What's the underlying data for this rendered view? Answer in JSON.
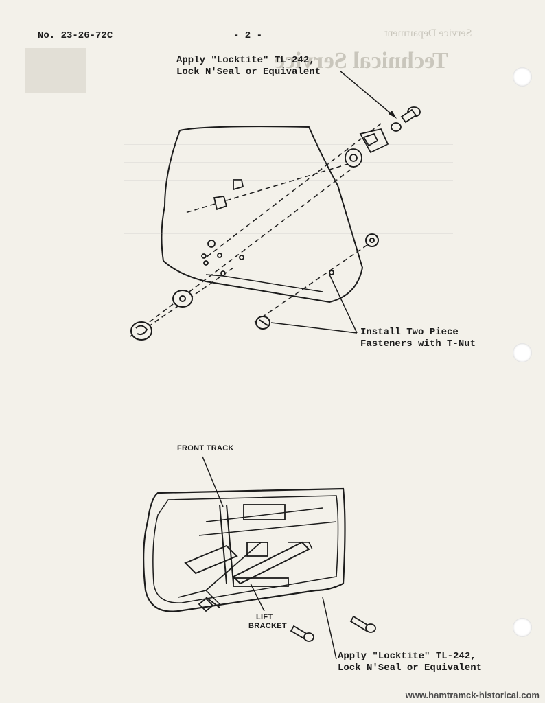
{
  "header": {
    "doc_number": "No. 23-26-72C",
    "page_number": "- 2 -"
  },
  "callouts": {
    "top_line1": "Apply \"Locktite\" TL-242,",
    "top_line2": "Lock N'Seal or Equivalent",
    "middle_line1": "Install Two Piece",
    "middle_line2": "Fasteners with T-Nut",
    "bottom_line1": "Apply \"Locktite\" TL-242,",
    "bottom_line2": "Lock N'Seal or Equivalent"
  },
  "diagram_labels": {
    "front_track": "FRONT TRACK",
    "lift_bracket_1": "LIFT",
    "lift_bracket_2": "BRACKET"
  },
  "watermark": "www.hamtramck-historical.com"
}
